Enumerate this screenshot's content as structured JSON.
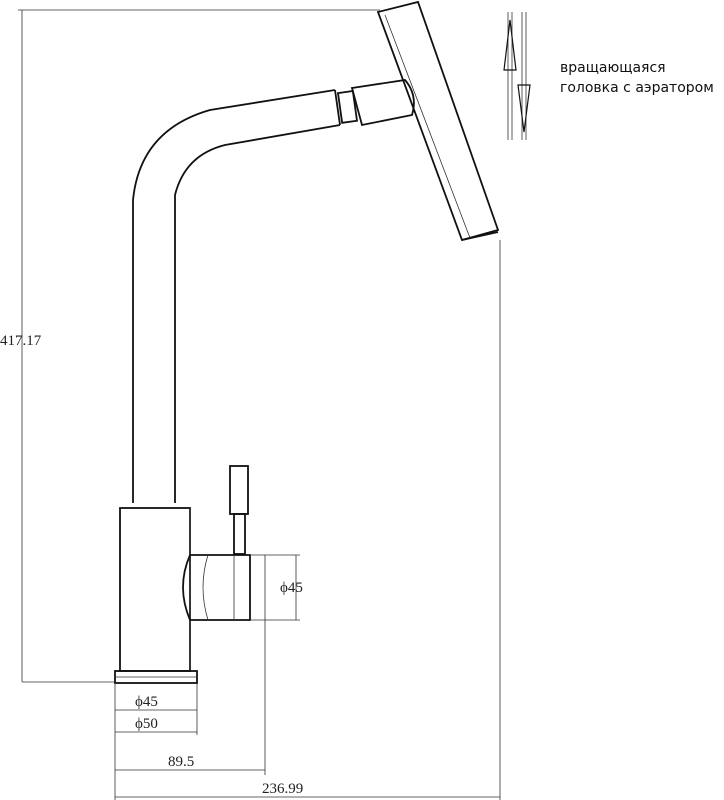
{
  "dimensions": {
    "height_total": "417.17",
    "handle_diameter": "ϕ45",
    "base_inner_diameter": "ϕ45",
    "base_outer_diameter": "ϕ50",
    "body_to_handle_width": "89.5",
    "overall_width": "236.99"
  },
  "annotation": {
    "line1": "вращающаяся",
    "line2": "головка с аэратором"
  }
}
